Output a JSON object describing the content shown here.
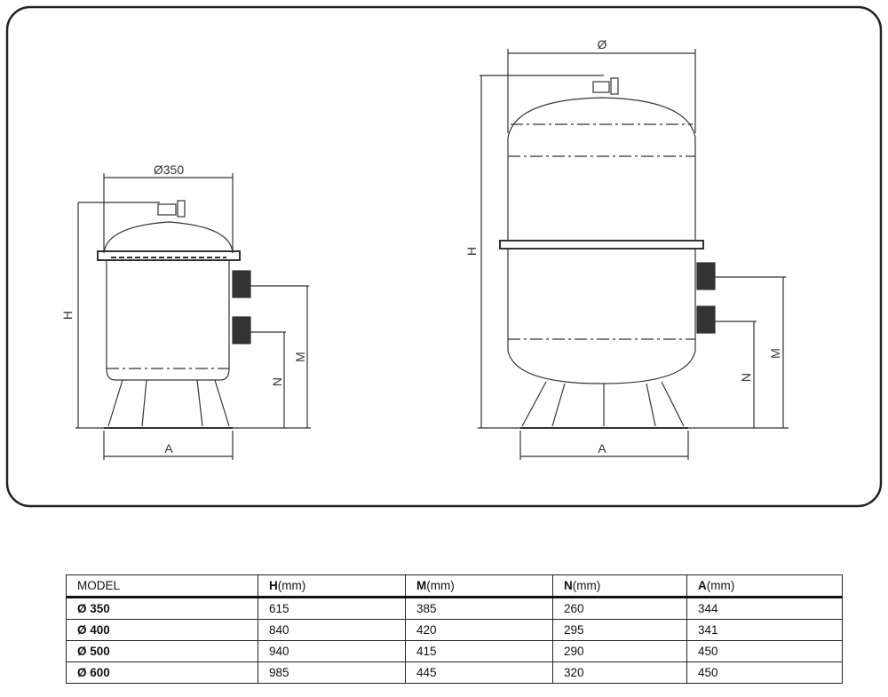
{
  "drawing": {
    "small_filter": {
      "diameter_label": "Ø350",
      "h_label": "H",
      "m_label": "M",
      "n_label": "N",
      "a_label": "A"
    },
    "large_filter": {
      "diameter_label": "Ø",
      "h_label": "H",
      "m_label": "M",
      "n_label": "N",
      "a_label": "A"
    }
  },
  "table": {
    "headers": [
      {
        "bold": "MODEL",
        "unit": ""
      },
      {
        "bold": "H",
        "unit": "(mm)"
      },
      {
        "bold": "M",
        "unit": "(mm)"
      },
      {
        "bold": "N",
        "unit": "(mm)"
      },
      {
        "bold": "A",
        "unit": "(mm)"
      }
    ],
    "rows": [
      [
        "Ø 350",
        "615",
        "385",
        "260",
        "344"
      ],
      [
        "Ø 400",
        "840",
        "420",
        "295",
        "341"
      ],
      [
        "Ø 500",
        "940",
        "415",
        "290",
        "450"
      ],
      [
        "Ø 600",
        "985",
        "445",
        "320",
        "450"
      ]
    ]
  }
}
